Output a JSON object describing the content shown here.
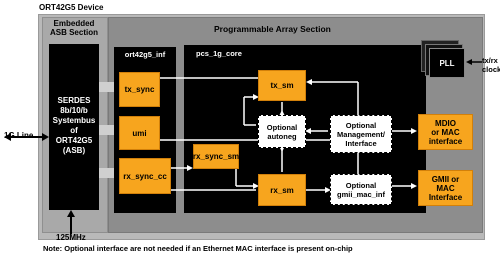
{
  "device": {
    "title": "ORT42G5 Device"
  },
  "asb": {
    "title_line1": "Embedded",
    "title_line2": "ASB Section",
    "serdes_lines": [
      "SERDES",
      "8b/10/b",
      "Systembus",
      "of",
      "ORT42G5",
      "(ASB)"
    ]
  },
  "programmable_array": {
    "title": "Programmable Array Section"
  },
  "inf": {
    "title": "ort42g5_inf",
    "blocks": [
      "tx_sync",
      "umi",
      "rx_sync_cc"
    ]
  },
  "core": {
    "title": "pcs_1g_core",
    "tx_sm": "tx_sm",
    "rx_sm": "rx_sm",
    "rx_sync_sm": "rx_sync_sm",
    "autoneg_line1": "Optional",
    "autoneg_line2": "autoneg",
    "mgmt_line1": "Optional",
    "mgmt_line2": "Management/",
    "mgmt_line3": "Interface",
    "gmii_line1": "Optional",
    "gmii_line2": "gmii_mac_inf"
  },
  "external": {
    "mdio_line1": "MDIO",
    "mdio_line2": "or MAC",
    "mdio_line3": "interface",
    "gmii_line1": "GMII or",
    "gmii_line2": "MAC",
    "gmii_line3": "Interface"
  },
  "pll": {
    "label": "PLL"
  },
  "labels": {
    "line": "1G Line",
    "clocks_line1": "tx/rx",
    "clocks_line2": "clocks",
    "mhz": "125MHz",
    "note": "Note: Optional interface are not needed if an Ethernet MAC interface is present on-chip"
  }
}
